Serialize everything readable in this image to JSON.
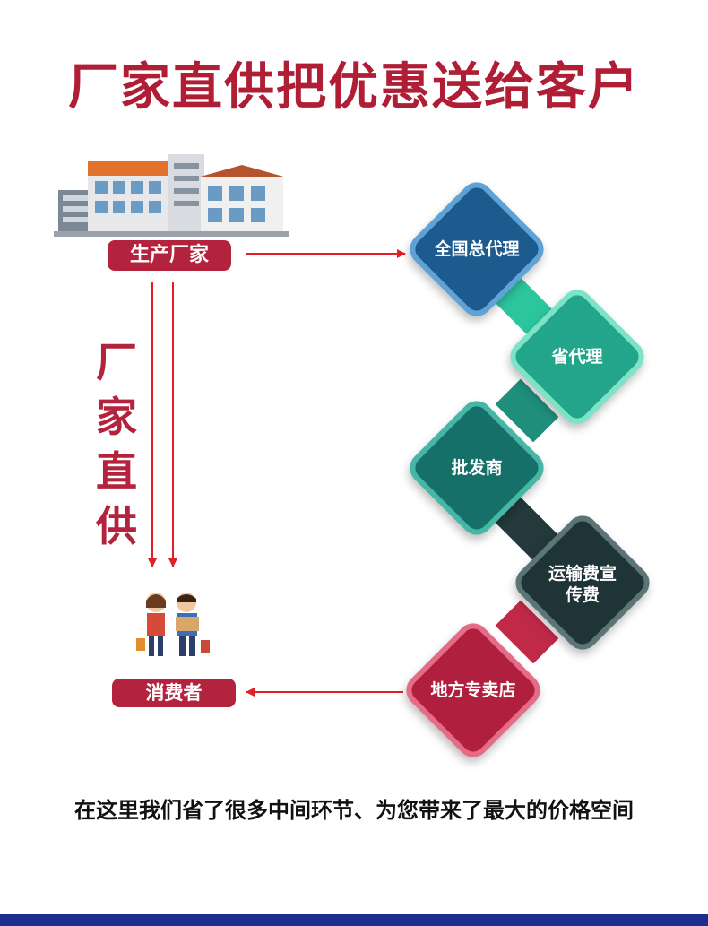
{
  "title": "厂家直供把优惠送给客户",
  "manufacturer_label": "生产厂家",
  "consumer_label": "消费者",
  "vertical_text": [
    "厂",
    "家",
    "直",
    "供"
  ],
  "chain": [
    {
      "label": "全国总代理",
      "color": "#1d5a8e"
    },
    {
      "label": "省代理",
      "color": "#22a58a"
    },
    {
      "label": "批发商",
      "color": "#16706a"
    },
    {
      "label": "运输费宣\n传费",
      "color": "#1f3436"
    },
    {
      "label": "地方专卖店",
      "color": "#b01f3e"
    }
  ],
  "bottom_text": "在这里我们省了很多中间环节、为您带来了最大的价格空间",
  "colors": {
    "accent": "#b4233d",
    "arrow": "#e01f26",
    "bottom_bar": "#1c2f8f"
  }
}
